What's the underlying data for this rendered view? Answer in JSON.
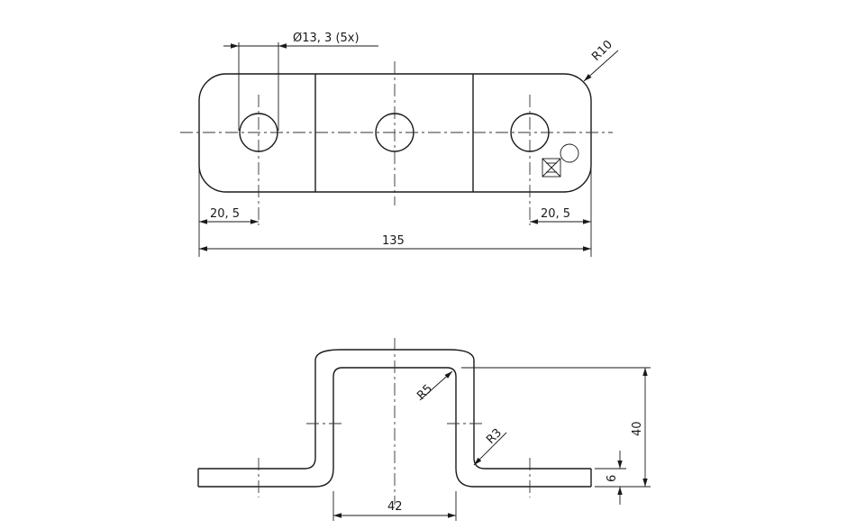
{
  "top_view": {
    "hole_dim": "Ø13, 3 (5x)",
    "radius_dim": "R10",
    "left_offset": "20, 5",
    "right_offset": "20, 5",
    "overall_length": "135"
  },
  "side_view": {
    "radius_outer": "R5",
    "radius_inner": "R3",
    "height": "40",
    "thickness": "6",
    "width_inner": "42"
  }
}
